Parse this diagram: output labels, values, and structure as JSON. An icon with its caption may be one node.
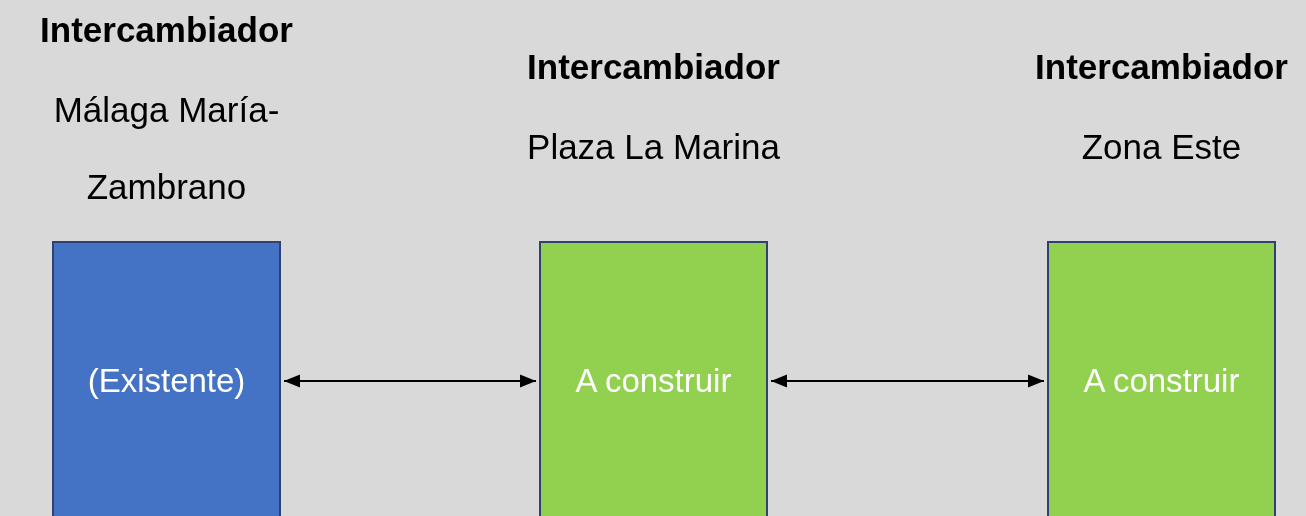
{
  "diagram": {
    "nodes": [
      {
        "text": [
          "Intercambiador",
          "Málaga María-Zambrano",
          "(Existente)"
        ]
      },
      {
        "text": [
          "Intercambiador",
          "Plaza La Marina",
          "A construir"
        ]
      },
      {
        "text": [
          "Intercambiador",
          "Zona Este",
          "A construir"
        ]
      }
    ],
    "edges": [
      {
        "from": 0,
        "to": 1,
        "arrow": "both"
      },
      {
        "from": 1,
        "to": 2,
        "arrow": "both"
      }
    ]
  }
}
